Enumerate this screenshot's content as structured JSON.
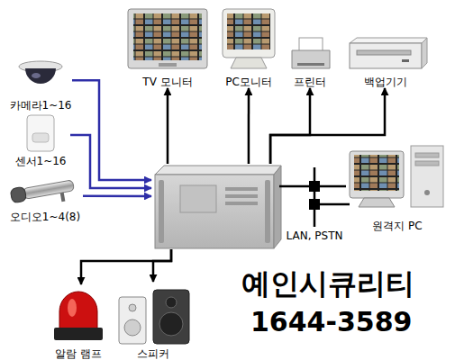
{
  "diagram": {
    "nodes": [
      {
        "text": [
          "TV 모니터"
        ]
      },
      {
        "text": [
          "PC모니터"
        ]
      },
      {
        "text": [
          "프린터"
        ]
      },
      {
        "text": [
          "백업기기"
        ]
      },
      {
        "text": [
          "카메라1~16"
        ]
      },
      {
        "text": [
          "센서1~16"
        ]
      },
      {
        "text": [
          "오디오1~4(8)"
        ]
      },
      {
        "text": []
      },
      {
        "text": [
          "LAN, PSTN"
        ]
      },
      {
        "text": [
          "원격지 PC"
        ]
      },
      {
        "text": [
          "알람 램프"
        ]
      },
      {
        "text": [
          "스피커"
        ]
      }
    ],
    "edges": [
      {
        "from": 4,
        "to": 7,
        "arrow": "to"
      },
      {
        "from": 5,
        "to": 7,
        "arrow": "to"
      },
      {
        "from": 6,
        "to": 7,
        "arrow": "to"
      },
      {
        "from": 7,
        "to": 0,
        "arrow": "to"
      },
      {
        "from": 7,
        "to": 1,
        "arrow": "to"
      },
      {
        "from": 7,
        "to": 2,
        "arrow": "to"
      },
      {
        "from": 7,
        "to": 3,
        "arrow": "to"
      },
      {
        "from": 7,
        "to": 8,
        "arrow": "none"
      },
      {
        "from": 8,
        "to": 9,
        "arrow": "none"
      },
      {
        "from": 7,
        "to": 10,
        "arrow": "to"
      },
      {
        "from": 7,
        "to": 11,
        "arrow": "to"
      }
    ],
    "labels": [
      "예인시큐리티",
      "1644-3589"
    ]
  }
}
